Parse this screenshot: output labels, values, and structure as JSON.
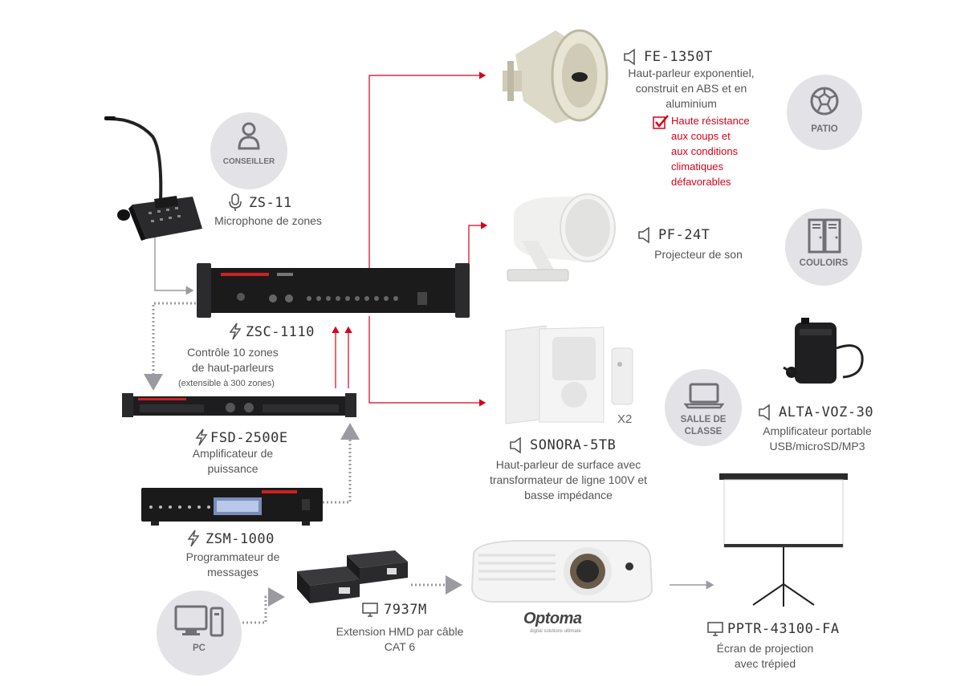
{
  "colors": {
    "red": "#d8001a",
    "gray_arrow": "#9a9aa0",
    "circle": "#e3e3e7"
  },
  "zones": {
    "conseiller": "CONSEILLER",
    "patio": "PATIO",
    "couloirs": "COULOIRS",
    "salle_line1": "SALLE DE",
    "salle_line2": "CLASSE",
    "pc": "PC"
  },
  "products": {
    "zs11": {
      "code": "ZS-11",
      "desc": "Microphone de zones",
      "icon": "microphone-icon"
    },
    "zsc1110": {
      "code": "ZSC-1110",
      "desc1": "Contrôle 10 zones",
      "desc2": "de haut-parleurs",
      "note": "(extensible à 300 zones)",
      "icon": "lightning-icon"
    },
    "fsd2500e": {
      "code": "FSD-2500E",
      "desc1": "Amplificateur de",
      "desc2": "puissance",
      "icon": "lightning-icon"
    },
    "zsm1000": {
      "code": "ZSM-1000",
      "desc1": "Programmateur de",
      "desc2": "messages",
      "icon": "lightning-icon"
    },
    "d7937m": {
      "code": "7937M",
      "desc1": "Extension HMD par câble",
      "desc2": "CAT 6",
      "icon": "monitor-icon"
    },
    "fe1350t": {
      "code": "FE-1350T",
      "desc1": "Haut-parleur exponentiel,",
      "desc2": "construit en ABS et en",
      "desc3": "aluminium",
      "feature1": "Haute résistance",
      "feature2": "aux coups et",
      "feature3": "aux conditions",
      "feature4": "climatiques",
      "feature5": "défavorables",
      "icon": "speaker-icon"
    },
    "pf24t": {
      "code": "PF-24T",
      "desc": "Projecteur de son",
      "icon": "speaker-icon"
    },
    "sonora5tb": {
      "code": "SONORA-5TB",
      "desc1": "Haut-parleur de surface avec",
      "desc2": "transformateur de ligne 100V et",
      "desc3": "basse impédance",
      "qty": "X2",
      "icon": "speaker-icon"
    },
    "altavoz30": {
      "code": "ALTA-VOZ-30",
      "desc1": "Amplificateur portable",
      "desc2": "USB/microSD/MP3",
      "icon": "speaker-icon"
    },
    "pptr": {
      "code": "PPTR-43100-FA",
      "desc1": "Écran de projection",
      "desc2": "avec trépied",
      "icon": "monitor-icon"
    }
  },
  "brands": {
    "projector": "Optoma",
    "projector_tagline": "digital solutions ultimate"
  }
}
